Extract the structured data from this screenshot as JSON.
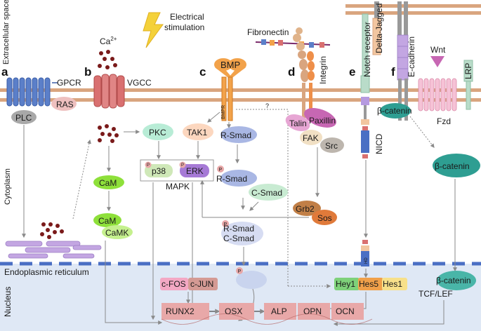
{
  "regions": {
    "extracellular": "Extracellular space",
    "cytoplasm": "Cytoplasm",
    "nucleus": "Nucleus",
    "er": "Endoplasmic reticulum"
  },
  "panels": {
    "a": "a",
    "b": "b",
    "c": "c",
    "d": "d",
    "e": "e",
    "f": "f"
  },
  "stimulus": {
    "line1": "Electrical",
    "line2": "stimulation"
  },
  "receptors": {
    "gpcr": "GPCR",
    "ras": "RAS",
    "plc": "PLC",
    "ca": "Ca",
    "ca_sup": "2+",
    "vgcc": "VGCC",
    "bmp": "BMP",
    "bmpr": "BMPR",
    "fibronectin": "Fibronectin",
    "integrin": "Integrin",
    "notch": "Notch receptor",
    "delta": "Delta-Jagged",
    "nicd": "NICD",
    "hd": "HD",
    "ecadherin": "E-cadherin",
    "wnt": "Wnt",
    "lrp": "LRP",
    "fzd": "Fzd"
  },
  "signaling": {
    "pkc": "PKC",
    "tak1": "TAK1",
    "p38": "p38",
    "erk": "ERK",
    "mapk": "MAPK",
    "cam": "CaM",
    "camk": "CaMK",
    "p": "P",
    "rsmad": "R-Smad",
    "csmad": "C-Smad",
    "talin": "Talin",
    "paxillin": "Paxillin",
    "fak": "FAK",
    "src": "Src",
    "grb2": "Grb2",
    "sos": "Sos",
    "bcatenin": "β-catenin",
    "question": "?"
  },
  "nuclear": {
    "cfos": "c-FOS",
    "cjun": "c-JUN",
    "hey1": "Hey1",
    "hes5": "Hes5",
    "hes1": "Hes1",
    "tcflef": "TCF/LEF",
    "runx2": "RUNX2",
    "osx": "OSX",
    "alp": "ALP",
    "opn": "OPN",
    "ocn": "OCN"
  },
  "colors": {
    "nucleus_bg": "#dfe8f5",
    "membrane": "#d9a57f",
    "gpcr": "#5b7fc9",
    "calcium": "#7a1a1a",
    "cam": "#8ee03a",
    "pkc": "#b8ecd6",
    "tak1": "#fcd7bf",
    "erk": "#a67ad6",
    "smad": "#a9b7e4",
    "paxillin": "#c767b3",
    "sos": "#e07a3a",
    "bcatenin": "#2e9e92",
    "gene_box": "#e8a8a8",
    "nicd": "#4a6fc4"
  }
}
